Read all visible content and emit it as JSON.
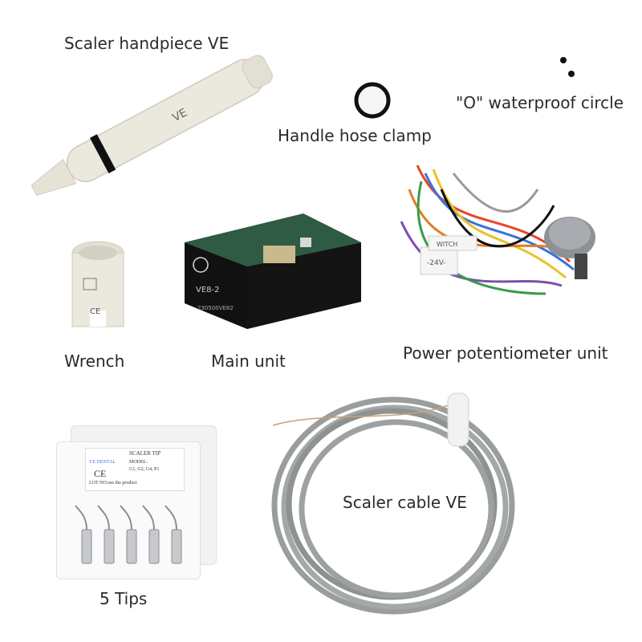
{
  "labels": {
    "handpiece": "Scaler handpiece VE",
    "clamp": "Handle hose clamp",
    "oring": "\"O\" waterproof circle",
    "wrench": "Wrench",
    "main_unit": "Main unit",
    "potentiometer": "Power potentiometer unit",
    "cable": "Scaler cable VE",
    "tips": "5 Tips"
  },
  "product_text": {
    "handpiece_marks": "VE",
    "main_unit_model": "VE8-2",
    "main_unit_serial": "230500VE82",
    "wire_tag_switch": "WITCH",
    "wire_tag_voltage": "-24V-",
    "wrench_mark": "CE",
    "tip_box_title": "SCALER TIP",
    "tip_box_model": "MODEL:",
    "tip_box_list": "G1, G2, G4, P1",
    "tip_box_lot": "LOT NO:see the product",
    "tip_box_brand": "VE DENTAL",
    "tip_box_ce": "CE"
  },
  "colors": {
    "cream": "#ece9df",
    "black_unit": "#111111",
    "pcb_green": "#2f5a43",
    "cable_gray": "#9a9d9d"
  }
}
